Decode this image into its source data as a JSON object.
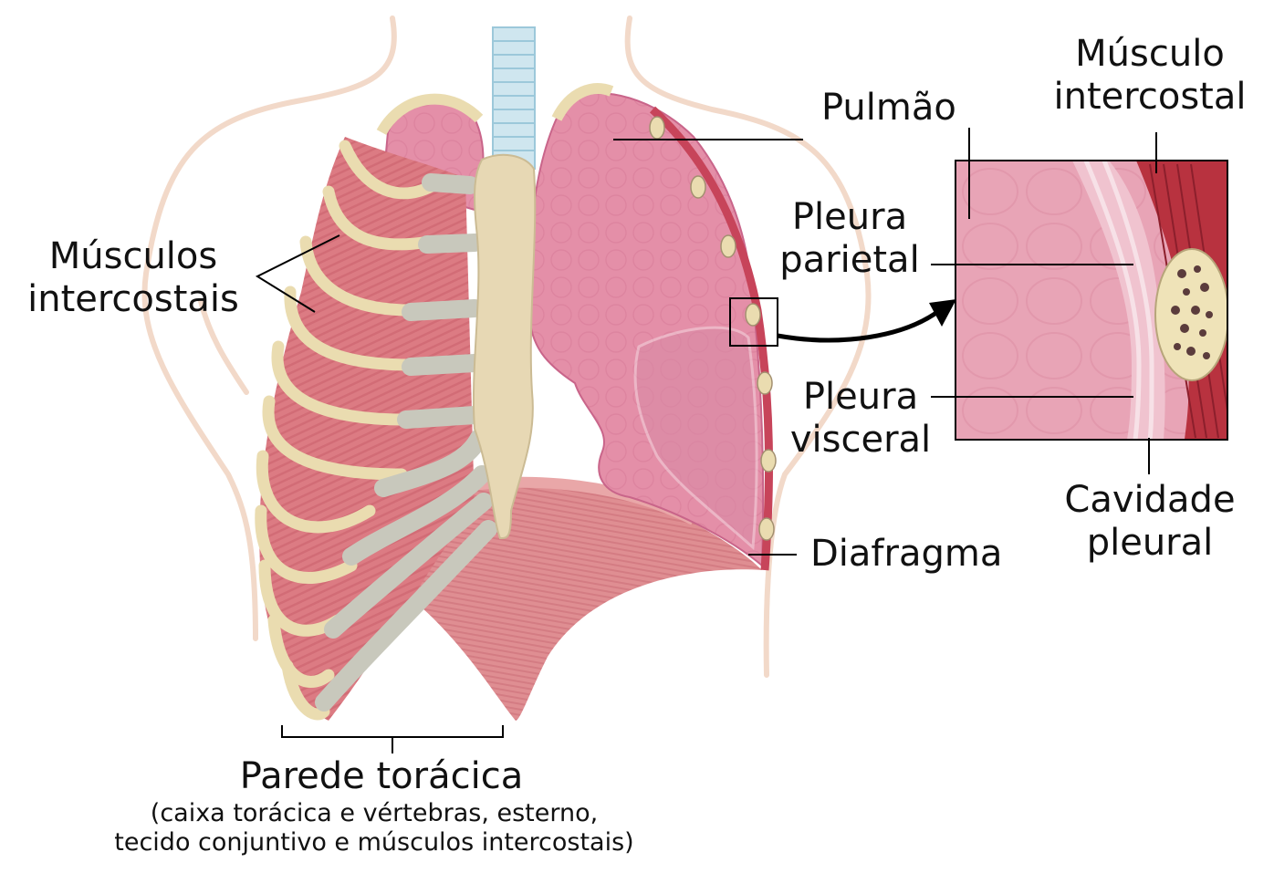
{
  "labels": {
    "pulmao": "Pulmão",
    "musculo_intercostal": [
      "Músculo",
      "intercostal"
    ],
    "musculos_intercostais": [
      "Músculos",
      "intercostais"
    ],
    "pleura_parietal": [
      "Pleura",
      "parietal"
    ],
    "pleura_visceral": [
      "Pleura",
      "visceral"
    ],
    "cavidade_pleural": [
      "Cavidade",
      "pleural"
    ],
    "diafragma": "Diafragma",
    "parede_toracica": "Parede torácica",
    "parede_toracica_descricao": [
      "(caixa torácica e vértebras, esterno,",
      "tecido conjuntivo e músculos intercostais)"
    ]
  },
  "colors": {
    "muscle": "#d9707a",
    "lung": "#e48fa8",
    "bone": "#eadcb0",
    "cartilage": "#c8c8bc",
    "body_outline": "#f2d9c9",
    "trachea": "#b9dbe8",
    "label_line": "#000000"
  }
}
